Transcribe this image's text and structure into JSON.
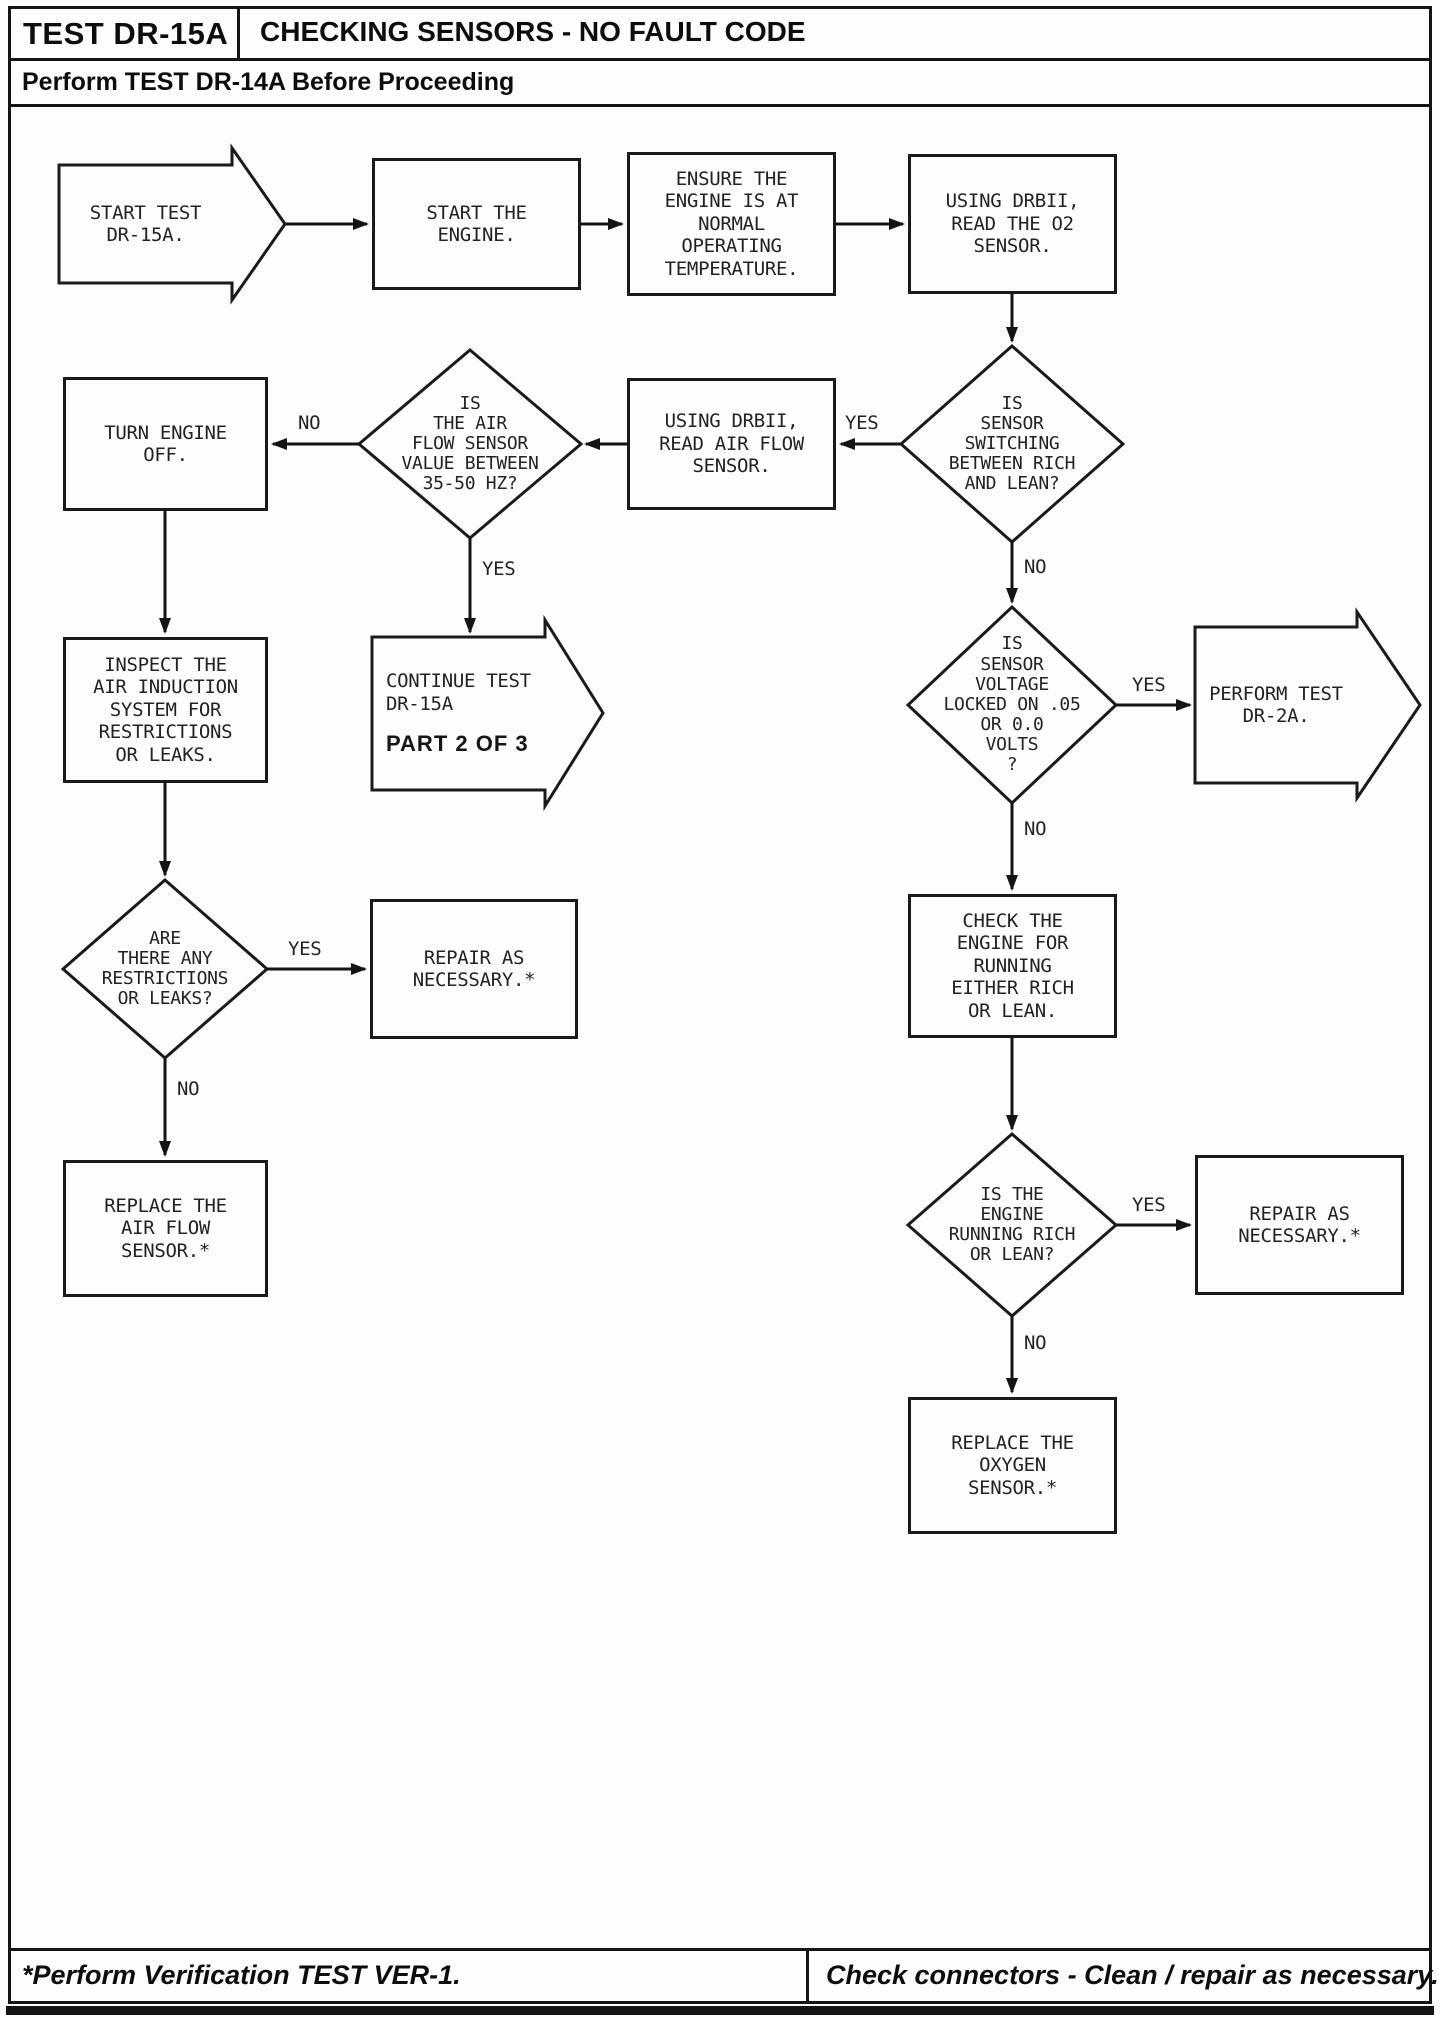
{
  "header": {
    "test_id": "TEST DR-15A",
    "title": "CHECKING SENSORS - NO FAULT CODE",
    "subtitle": "Perform TEST DR-14A Before Proceeding"
  },
  "labels": {
    "yes": "YES",
    "no": "NO"
  },
  "nodes": {
    "start": "START TEST\nDR-15A.",
    "start_engine": "START THE\nENGINE.",
    "ensure_temp": "ENSURE THE\nENGINE IS AT\nNORMAL\nOPERATING\nTEMPERATURE.",
    "read_o2": "USING DRBII,\nREAD THE O2\nSENSOR.",
    "read_airflow": "USING DRBII,\nREAD AIR FLOW\nSENSOR.",
    "turn_off": "TURN ENGINE\nOFF.",
    "inspect": "INSPECT THE\nAIR INDUCTION\nSYSTEM FOR\nRESTRICTIONS\nOR LEAKS.",
    "continue_test": "CONTINUE TEST\nDR-15A",
    "continue_part": "PART 2 OF 3",
    "perform_dr2a": "PERFORM TEST\nDR-2A.",
    "check_engine": "CHECK THE\nENGINE FOR\nRUNNING\nEITHER RICH\nOR LEAN.",
    "repair_left": "REPAIR AS\nNECESSARY.*",
    "repair_right": "REPAIR AS\nNECESSARY.*",
    "replace_airflow": "REPLACE THE\nAIR FLOW\nSENSOR.*",
    "replace_oxygen": "REPLACE THE\nOXYGEN\nSENSOR.*"
  },
  "decisions": {
    "sensor_switching": "IS\nSENSOR\nSWITCHING\nBETWEEN RICH\nAND LEAN?",
    "airflow_value": "IS\nTHE AIR\nFLOW SENSOR\nVALUE BETWEEN\n35-50 HZ?",
    "voltage_locked": "IS\nSENSOR\nVOLTAGE\nLOCKED ON .05\nOR 0.0\nVOLTS\n?",
    "restrictions": "ARE\nTHERE ANY\nRESTRICTIONS\nOR LEAKS?",
    "rich_or_lean": "IS THE\nENGINE\nRUNNING RICH\nOR LEAN?"
  },
  "footer": {
    "left": "*Perform Verification TEST VER-1.",
    "right": "Check connectors - Clean / repair as necessary."
  }
}
